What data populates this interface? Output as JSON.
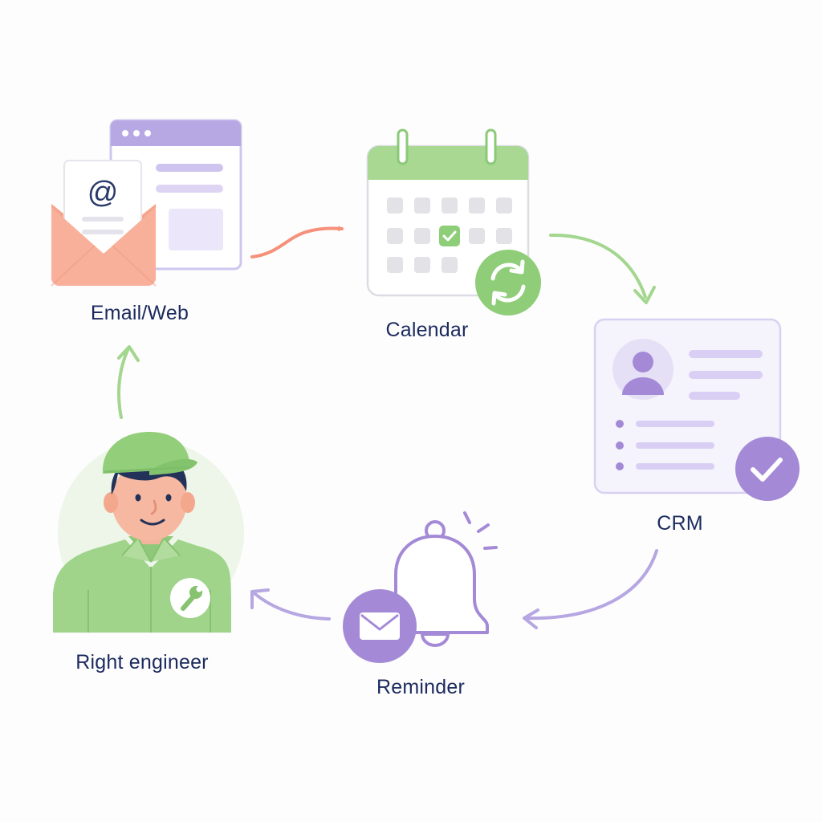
{
  "nodes": {
    "email_web": {
      "label": "Email/Web"
    },
    "calendar": {
      "label": "Calendar"
    },
    "crm": {
      "label": "CRM"
    },
    "reminder": {
      "label": "Reminder"
    },
    "engineer": {
      "label": "Right engineer"
    }
  },
  "email_icon_glyph": "@",
  "colors": {
    "coral": "#f6a48c",
    "coral_dark": "#f08a74",
    "lavender": "#b7a7e3",
    "lavender_light": "#ece8f8",
    "purple": "#a48ad6",
    "green": "#9fd48a",
    "green_dark": "#7fc46a",
    "tile_gray": "#e1e1e6",
    "text_navy": "#1b2a5e"
  },
  "icons": [
    "envelope-icon",
    "browser-window-icon",
    "calendar-icon",
    "sync-icon",
    "user-avatar-icon",
    "check-icon",
    "bell-icon",
    "mail-icon",
    "wrench-icon",
    "engineer-avatar"
  ]
}
